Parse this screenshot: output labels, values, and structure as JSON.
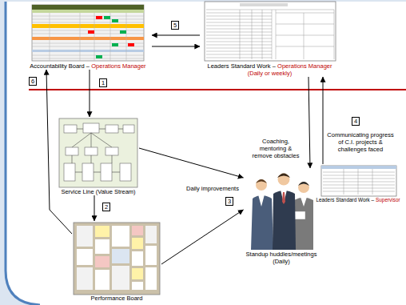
{
  "diagram": {
    "nodes": [
      {
        "text": [
          "Accountability Board –",
          "Operations Manager"
        ]
      },
      {
        "text": [
          "Leaders Standard Work –",
          "Operations Manager",
          "(Daily or weekly)"
        ]
      },
      {
        "text": [
          "Service Line (Value Stream)"
        ]
      },
      {
        "text": [
          "Standup huddles/meetings",
          "(Daily)"
        ]
      },
      {
        "text": [
          "Leaders Standard Work –",
          "Supervisor"
        ]
      },
      {
        "text": [
          "Performance Board"
        ]
      }
    ],
    "edges": [
      {
        "from": 1,
        "to": 0,
        "arrow": "to"
      },
      {
        "from": 0,
        "to": 1,
        "arrow": "to"
      },
      {
        "from": 0,
        "to": 2,
        "arrow": "to"
      },
      {
        "from": 2,
        "to": 5,
        "arrow": "to"
      },
      {
        "from": 5,
        "to": 0,
        "arrow": "to"
      },
      {
        "from": 2,
        "to": 3,
        "arrow": "to"
      },
      {
        "from": 5,
        "to": 3,
        "arrow": "to"
      },
      {
        "from": 1,
        "to": 3,
        "arrow": "to"
      },
      {
        "from": 4,
        "to": 1,
        "arrow": "to"
      }
    ],
    "labels": [
      "5",
      "1",
      "2",
      "6",
      "Daily improvements",
      "3",
      "Coaching, mentoring & remove obstacles",
      "4",
      "Communicating progress of C.I. projects & challenges faced"
    ]
  }
}
